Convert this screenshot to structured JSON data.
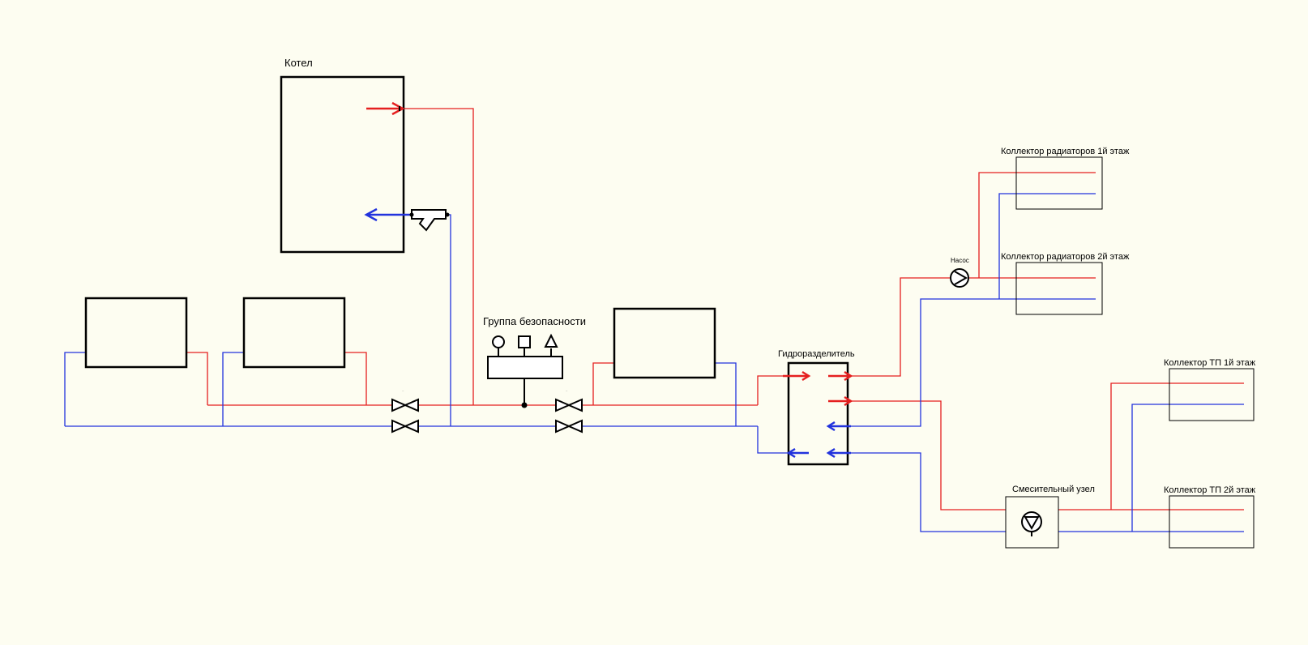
{
  "diagram": {
    "colors": {
      "background": "#fdfdf1",
      "supply": "#e51f1f",
      "return": "#2233dd",
      "outline": "#000000"
    },
    "labels": {
      "boiler": "Котел",
      "safety_group": "Группа безопасности",
      "hydro_separator": "Гидроразделитель",
      "pump": "Насос",
      "mixing_unit": "Смесительный узел",
      "radiator_manifold_1": "Коллектор радиаторов 1й этаж",
      "radiator_manifold_2": "Коллектор радиаторов 2й этаж",
      "floor_manifold_1": "Коллектор ТП 1й этаж",
      "floor_manifold_2": "Коллектор ТП 2й этаж",
      "valve_tag_left": "~",
      "valve_tag_right": "~"
    }
  }
}
